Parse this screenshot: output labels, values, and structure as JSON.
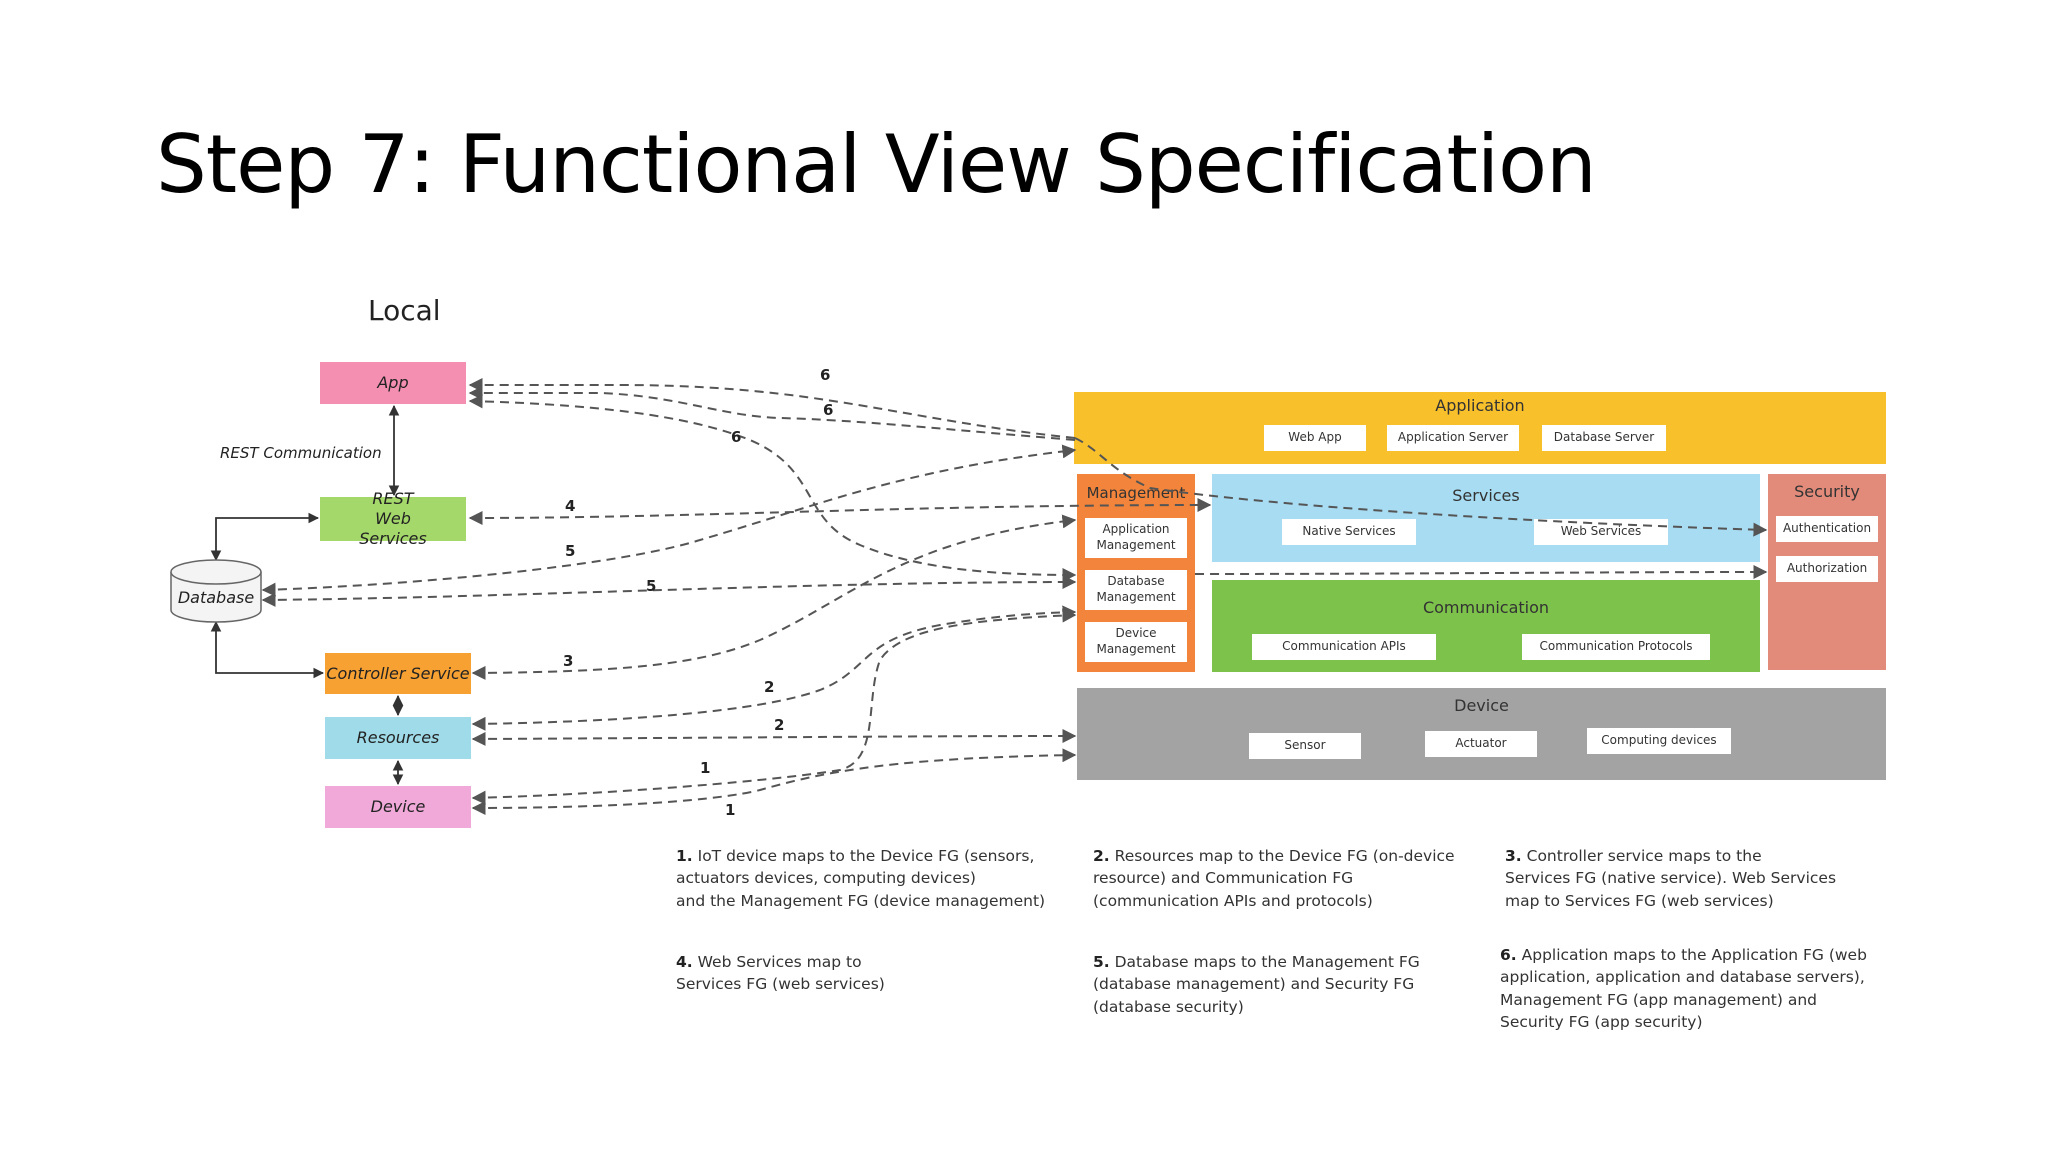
{
  "slide": {
    "title": "Step 7: Functional View Specification"
  },
  "local": {
    "label": "Local",
    "app": "App",
    "rest_web_services": "REST Web Services",
    "database": "Database",
    "controller_service": "Controller Service",
    "resources": "Resources",
    "device": "Device",
    "rest_communication": "REST Communication"
  },
  "fg": {
    "application": {
      "title": "Application",
      "web_app": "Web App",
      "application_server": "Application Server",
      "database_server": "Database Server"
    },
    "management": {
      "title": "Management",
      "application_management": "Application Management",
      "database_management": "Database Management",
      "device_management": "Device Management"
    },
    "services": {
      "title": "Services",
      "native_services": "Native Services",
      "web_services": "Web Services"
    },
    "security": {
      "title": "Security",
      "authentication": "Authentication",
      "authorization": "Authorization"
    },
    "communication": {
      "title": "Communication",
      "communication_apis": "Communication APIs",
      "communication_protocols": "Communication Protocols"
    },
    "device": {
      "title": "Device",
      "sensor": "Sensor",
      "actuator": "Actuator",
      "computing_devices": "Computing devices"
    }
  },
  "numbers": {
    "n1": "1",
    "n2": "2",
    "n3": "3",
    "n4": "4",
    "n5": "5",
    "n6": "6"
  },
  "captions": {
    "c1": {
      "num": "1.",
      "lines": [
        "IoT device maps to the Device FG (sensors,",
        "actuators devices, computing devices)",
        "and the Management FG (device management)"
      ]
    },
    "c2": {
      "num": "2.",
      "lines": [
        "Resources map to the Device FG (on-device",
        "resource) and Communication FG",
        "(communication APIs and protocols)"
      ]
    },
    "c3": {
      "num": "3.",
      "lines": [
        "Controller service maps to the",
        "Services FG (native service). Web Services",
        "map to Services FG (web services)"
      ]
    },
    "c4": {
      "num": "4.",
      "lines": [
        "Web Services map to",
        "Services FG (web services)"
      ]
    },
    "c5": {
      "num": "5.",
      "lines": [
        "Database maps to the Management FG",
        "(database management) and Security FG",
        "(database security)"
      ]
    },
    "c6": {
      "num": "6.",
      "lines": [
        "Application maps to the Application FG (web",
        "application, application and database servers),",
        "Management FG (app management) and",
        "Security FG (app security)"
      ]
    }
  },
  "colors": {
    "app": "#f48fb1",
    "rest": "#a5d86b",
    "controller": "#f7a133",
    "resources": "#9fdbe8",
    "device_local": "#f0a9d8",
    "application": "#f8c12c",
    "management": "#f2853b",
    "services": "#a8dcf2",
    "security": "#e38b7a",
    "communication": "#7dc24b",
    "device": "#a3a3a3"
  }
}
